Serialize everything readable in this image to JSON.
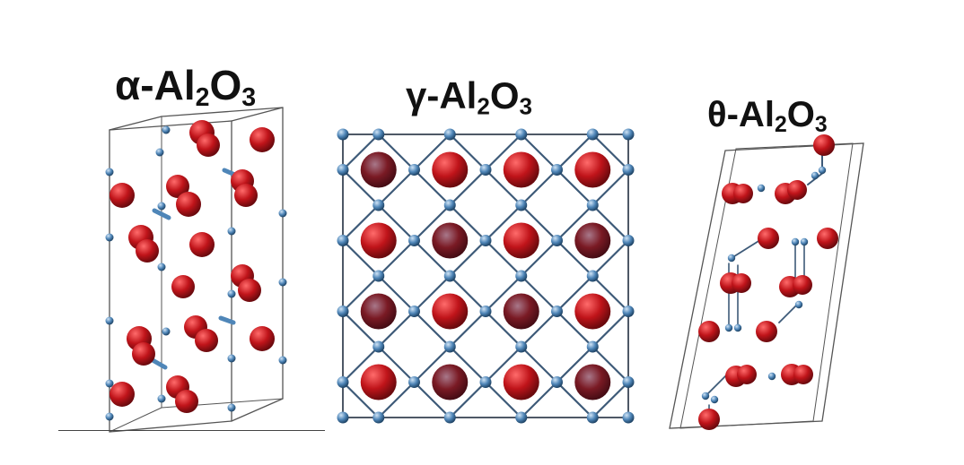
{
  "panels": [
    {
      "id": "alpha",
      "greek": "α",
      "formula_prefix": "-Al",
      "formula_sub1": "2",
      "formula_mid": "O",
      "formula_sub2": "3"
    },
    {
      "id": "gamma",
      "greek": "γ",
      "formula_prefix": "-Al",
      "formula_sub1": "2",
      "formula_mid": "O",
      "formula_sub2": "3"
    },
    {
      "id": "theta",
      "greek": "θ",
      "formula_prefix": "-Al",
      "formula_sub1": "2",
      "formula_mid": "O",
      "formula_sub2": "3"
    }
  ],
  "colors": {
    "oxygen": "#c0141a",
    "oxygen_dark": "#7a1a24",
    "aluminum": "#4f86b8",
    "bond": "#3d5a78",
    "cell_line": "#555555"
  },
  "icons": {
    "oxygen_atom": "red-sphere",
    "aluminum_atom": "blue-sphere"
  }
}
